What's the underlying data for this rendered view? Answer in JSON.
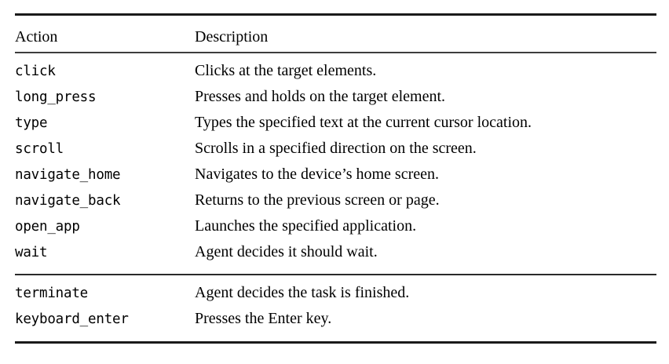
{
  "table": {
    "columns": {
      "action": "Action",
      "description": "Description"
    },
    "primary_rows": [
      {
        "action": "click",
        "description": "Clicks at the target elements."
      },
      {
        "action": "long_press",
        "description": "Presses and holds on the target element."
      },
      {
        "action": "type",
        "description": "Types the specified text at the current cursor location."
      },
      {
        "action": "scroll",
        "description": "Scrolls in a specified direction on the screen."
      },
      {
        "action": "navigate_home",
        "description": "Navigates to the device’s home screen."
      },
      {
        "action": "navigate_back",
        "description": "Returns to the previous screen or page."
      },
      {
        "action": "open_app",
        "description": "Launches the specified application."
      },
      {
        "action": "wait",
        "description": "Agent decides it should wait."
      }
    ],
    "terminal_rows": [
      {
        "action": "terminate",
        "description": "Agent decides the task is finished."
      },
      {
        "action": "keyboard_enter",
        "description": "Presses the Enter key."
      }
    ]
  },
  "colors": {
    "background": "#ffffff",
    "text": "#000000",
    "rule_heavy": "#1a1a1a",
    "rule_light": "#3d3d3d"
  }
}
